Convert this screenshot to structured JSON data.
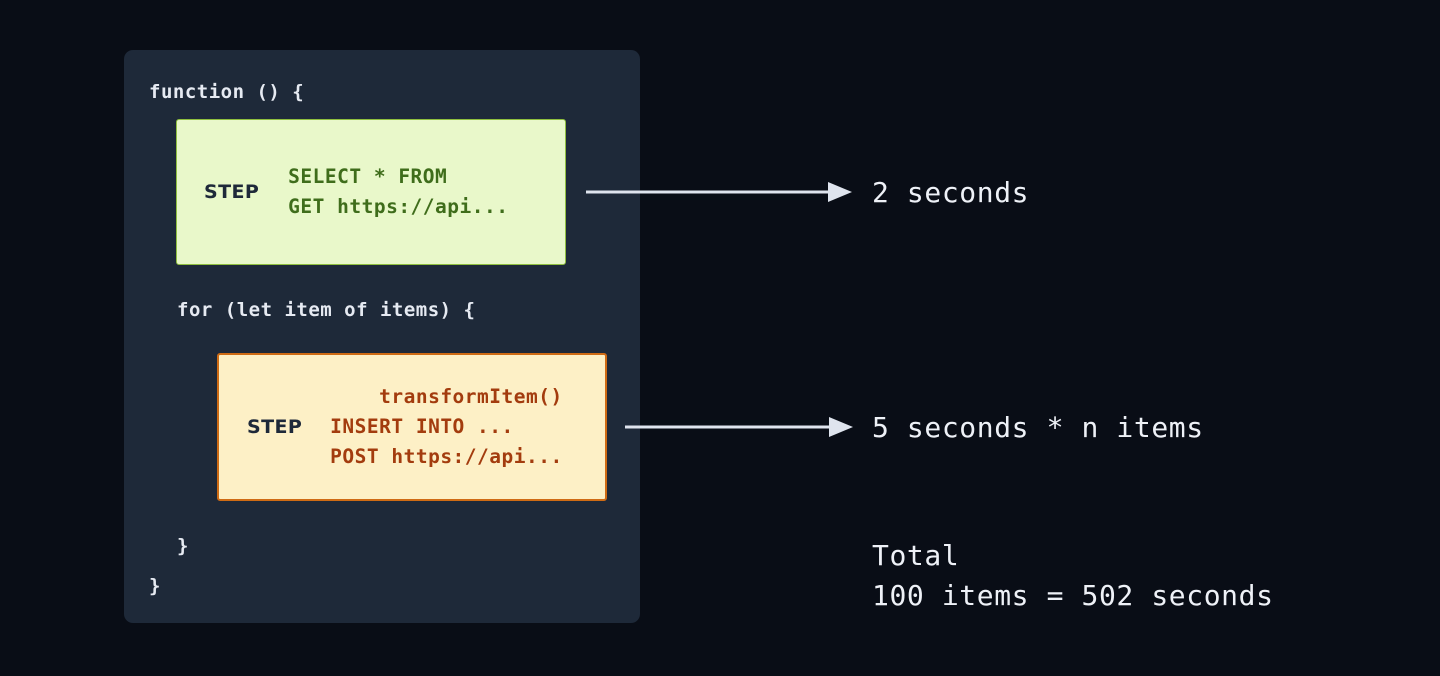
{
  "diagram": {
    "code_panel": {
      "lines": {
        "function_open": "function () {",
        "for_loop": "for (let item of items) {",
        "close_inner": "}",
        "close_outer": "}"
      },
      "steps": [
        {
          "tag": "STEP",
          "code": "SELECT * FROM\nGET https://api...",
          "fill": "#e9f8ca",
          "border": "#8fbf3f",
          "text_color": "#3f6d1b"
        },
        {
          "tag": "STEP",
          "code": "    transformItem()\nINSERT INTO ...\nPOST https://api...",
          "fill": "#fdf0c6",
          "border": "#cf6b14",
          "text_color": "#a33c0e"
        }
      ]
    },
    "annotations": [
      {
        "text": "2 seconds"
      },
      {
        "text": "5 seconds * n items"
      }
    ],
    "total": {
      "title": "Total",
      "value": "100 items = 502 seconds"
    },
    "colors": {
      "page_background": "#090d16",
      "panel_background": "#1e2939",
      "code_text": "#e6eaf2",
      "arrow": "#dfe4ee"
    }
  }
}
